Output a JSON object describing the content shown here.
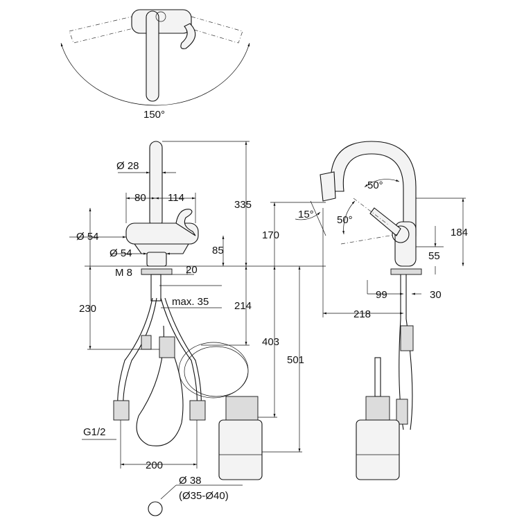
{
  "labels": {
    "swivel": "150°",
    "spout_dia": "Ø 28",
    "offset_80": "80",
    "offset_114": "114",
    "height_335": "335",
    "body_dia": "Ø 54",
    "base_dia": "Ø 54",
    "height_85": "85",
    "height_170": "170",
    "thread": "M 8",
    "base_20": "20",
    "max_35": "max. 35",
    "hose_230": "230",
    "depth_214": "214",
    "depth_403": "403",
    "depth_501": "501",
    "connection": "G1/2",
    "width_200": "200",
    "hole_dia": "Ø 38",
    "hole_range": "(Ø35-Ø40)",
    "angle_50_top": "50°",
    "angle_15": "15°",
    "angle_50_lever": "50°",
    "height_184": "184",
    "height_55": "55",
    "reach_99": "99",
    "offset_30": "30",
    "reach_218": "218"
  }
}
